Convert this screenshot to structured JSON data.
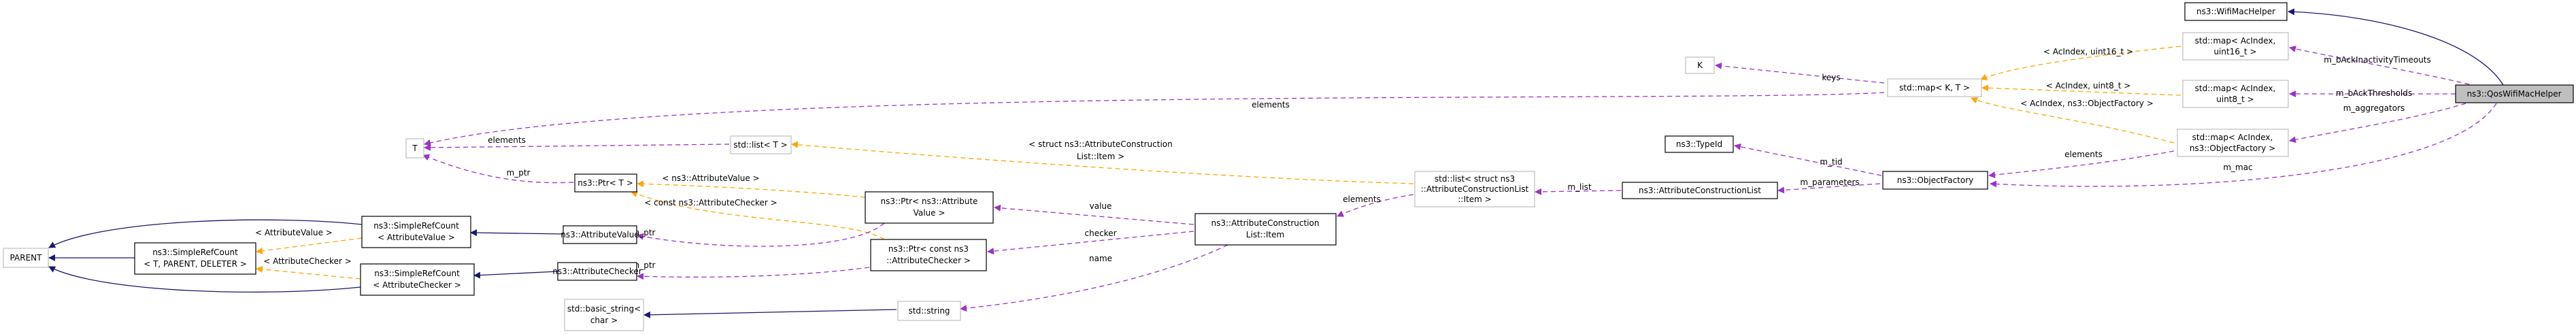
{
  "nodes": {
    "qos_wifi_mac_helper": [
      "ns3::QosWifiMacHelper"
    ],
    "wifi_mac_helper": [
      "ns3::WifiMacHelper"
    ],
    "map_uint16": [
      "std::map< AcIndex,",
      "uint16_t >"
    ],
    "map_uint8": [
      "std::map< AcIndex,",
      "uint8_t >"
    ],
    "map_object_factory": [
      "std::map< AcIndex,",
      "ns3::ObjectFactory >"
    ],
    "map_k_t": [
      "std::map< K, T >"
    ],
    "k": [
      "K"
    ],
    "type_id": [
      "ns3::TypeId"
    ],
    "object_factory": [
      "ns3::ObjectFactory"
    ],
    "attribute_construction_list": [
      "ns3::AttributeConstructionList"
    ],
    "list_item": [
      "std::list< struct ns3",
      "::AttributeConstructionList",
      "::Item >"
    ],
    "t": [
      "T"
    ],
    "std_list_t": [
      "std::list< T >"
    ],
    "ptr_t": [
      "ns3::Ptr< T >"
    ],
    "ptr_attribute_value": [
      "ns3::Ptr< ns3::Attribute",
      "Value >"
    ],
    "ptr_attribute_checker": [
      "ns3::Ptr< const ns3",
      "::AttributeChecker >"
    ],
    "attribute_value": [
      "ns3::AttributeValue"
    ],
    "attribute_checker": [
      "ns3::AttributeChecker"
    ],
    "acl_item": [
      "ns3::AttributeConstruction",
      "List::Item"
    ],
    "src_attribute_value": [
      "ns3::SimpleRefCount",
      "< AttributeValue >"
    ],
    "src_attribute_checker": [
      "ns3::SimpleRefCount",
      "< AttributeChecker >"
    ],
    "src_generic": [
      "ns3::SimpleRefCount",
      "< T, PARENT, DELETER >"
    ],
    "parent": [
      "PARENT"
    ],
    "basic_string": [
      "std::basic_string<",
      "char >"
    ],
    "std_string": [
      "std::string"
    ]
  },
  "edge_labels": {
    "m_back_inactivity": "m_bAckInactivityTimeouts",
    "m_back_thresholds": "m_bAckThresholds",
    "m_aggregators": "m_aggregators",
    "m_mac": "m_mac",
    "tpl_uint16": "< AcIndex, uint16_t >",
    "tpl_uint8": "< AcIndex, uint8_t >",
    "tpl_object_factory": "< AcIndex, ns3::ObjectFactory >",
    "keys": "keys",
    "elements_map": "elements",
    "elements_list": "elements",
    "m_ptr_t": "m_ptr",
    "elements_of": "elements",
    "m_tid": "m_tid",
    "m_parameters": "m_parameters",
    "m_list": "m_list",
    "elements_item": "elements",
    "tpl_item": [
      "< struct ns3::AttributeConstruction",
      "List::Item >"
    ],
    "value": "value",
    "checker": "checker",
    "name": "name",
    "tpl_attr_value": "< ns3::AttributeValue >",
    "tpl_attr_checker": "< const ns3::AttributeChecker >",
    "m_ptr_value": "m_ptr",
    "m_ptr_checker": "m_ptr",
    "tpl_src_value": "< AttributeValue >",
    "tpl_src_checker": "< AttributeChecker >"
  },
  "colors": {
    "member": "#9a32cd",
    "template": "#ffa500",
    "inherit": "#191970",
    "current_fill": "#bfbfbf"
  }
}
